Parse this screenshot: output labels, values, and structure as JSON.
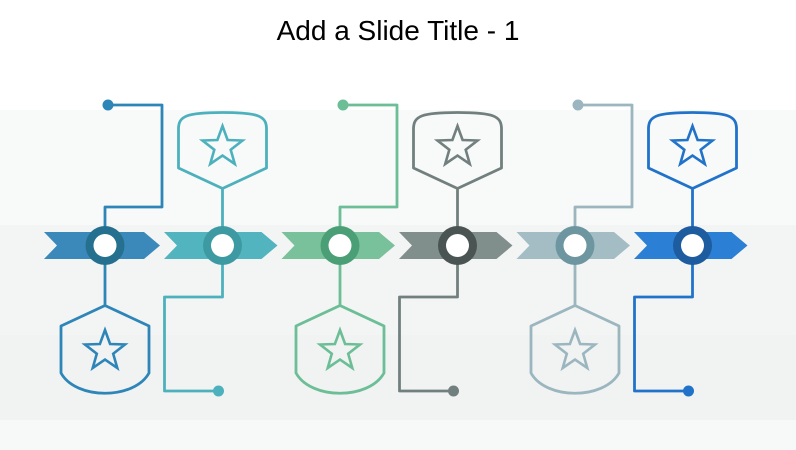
{
  "slide": {
    "title": "Add a Slide Title - 1",
    "background_bands": [
      "#ffffff",
      "#f8f9f9",
      "#f3f4f4",
      "#f1f2f2",
      "#f7f8f8"
    ]
  },
  "timeline": {
    "type": "process-timeline",
    "badge_icon": "star-icon",
    "milestones": [
      {
        "index": 1,
        "dot_side": "above",
        "badge_side": "below",
        "chevron_color": "#3A89BA",
        "ring_color": "#26708F",
        "connector_color": "#2E86B8"
      },
      {
        "index": 2,
        "dot_side": "below",
        "badge_side": "above",
        "chevron_color": "#52B4BF",
        "ring_color": "#3D9AA3",
        "connector_color": "#4DB1BD"
      },
      {
        "index": 3,
        "dot_side": "above",
        "badge_side": "below",
        "chevron_color": "#79C19A",
        "ring_color": "#4A9F77",
        "connector_color": "#6CBE96"
      },
      {
        "index": 4,
        "dot_side": "below",
        "badge_side": "above",
        "chevron_color": "#808E8C",
        "ring_color": "#4A5452",
        "connector_color": "#71807E"
      },
      {
        "index": 5,
        "dot_side": "above",
        "badge_side": "below",
        "chevron_color": "#A4BDC4",
        "ring_color": "#6E96A0",
        "connector_color": "#9BB6BF"
      },
      {
        "index": 6,
        "dot_side": "below",
        "badge_side": "above",
        "chevron_color": "#2B7FD4",
        "ring_color": "#1D5C9E",
        "connector_color": "#2173C9"
      }
    ]
  }
}
